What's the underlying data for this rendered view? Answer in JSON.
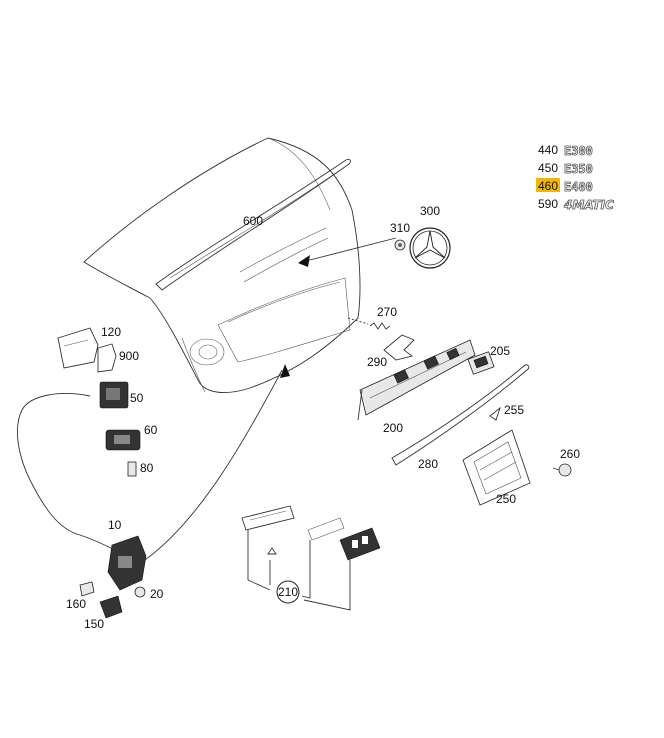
{
  "variants": [
    {
      "code": "440",
      "badge": "E300",
      "highlight": false
    },
    {
      "code": "450",
      "badge": "E350",
      "highlight": false
    },
    {
      "code": "460",
      "badge": "E400",
      "highlight": true
    },
    {
      "code": "590",
      "badge": "4MATIC",
      "highlight": false
    }
  ],
  "highlight_color": "#f2b705",
  "labels": {
    "p600": "600",
    "p310": "310",
    "p300": "300",
    "p270": "270",
    "p290": "290",
    "p205": "205",
    "p255": "255",
    "p200": "200",
    "p260": "260",
    "p280": "280",
    "p250": "250",
    "p120": "120",
    "p900": "900",
    "p50": "50",
    "p60": "60",
    "p80": "80",
    "p10": "10",
    "p20": "20",
    "p160": "160",
    "p150": "150",
    "p210": "210"
  }
}
